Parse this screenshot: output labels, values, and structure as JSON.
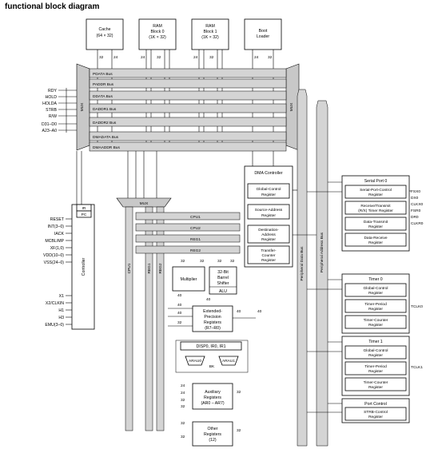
{
  "title": "functional block diagram",
  "memory": {
    "cache": [
      "Cache",
      "(64 × 32)"
    ],
    "ram0": [
      "RAM",
      "Block 0",
      "(1K × 32)"
    ],
    "ram1": [
      "RAM",
      "Block 1",
      "(1K × 32)"
    ],
    "boot": [
      "Boot",
      "Loader"
    ]
  },
  "buses": [
    "PDATA Bus",
    "PADDR Bus",
    "DDATA Bus",
    "DADDR1 Bus",
    "DADDR2 Bus",
    "DMADATA Bus",
    "DMAADDR Bus"
  ],
  "mux_label": "MUX",
  "left_signals": [
    "RDY",
    "HOLD",
    "HOLDA",
    "STRB",
    "R/W",
    "D31–D0",
    "A23–A0"
  ],
  "controller": {
    "label": "Controller",
    "ir": "IR",
    "pc": "PC",
    "inputs": [
      "RESET",
      "INT(3–0)",
      "IACK",
      "MCBL/MP",
      "XF(1,0)",
      "VDD(10–0)",
      "VSS(24–0)"
    ],
    "clocks": [
      "X1",
      "X2/CLKIN",
      "H1",
      "H3",
      "EMU(3–0)"
    ]
  },
  "cpu": {
    "regs": [
      "CPU1",
      "CPU2",
      "REG1",
      "REG2"
    ],
    "vert": [
      "CPU1",
      "REG1",
      "REG2"
    ],
    "multiplier": "Multiplier",
    "shifter": [
      "32-Bit",
      "Barrel",
      "Shifter"
    ],
    "alu": "ALU",
    "ext": [
      "Extended-",
      "Precision",
      "Registers",
      "(R7–R0)"
    ],
    "disp": "DISP0, IR0, IR1",
    "arau0": "ARAU0",
    "arau1": "ARAU1",
    "bk": "BK",
    "aux": [
      "Auxiliary",
      "Registers",
      "(AR0 – AR7)"
    ],
    "other": [
      "Other",
      "Registers",
      "(12)"
    ]
  },
  "dma": {
    "title": "DMA Controller",
    "regs": [
      [
        "Global-Control",
        "Register"
      ],
      [
        "Source-Address",
        "Register"
      ],
      [
        "Destination-",
        "Address",
        "Register"
      ],
      [
        "Transfer-",
        "Counter",
        "Register"
      ]
    ]
  },
  "periph_data_bus": "Peripheral Data Bus",
  "periph_addr_bus": "Peripheral Address Bus",
  "serial": {
    "title": "Serial Port 0",
    "regs": [
      [
        "Serial-Port-Control",
        "Register"
      ],
      [
        "Receive/Transmit",
        "(R/X) Timer Register"
      ],
      [
        "Data-Transmit",
        "Register"
      ],
      [
        "Data-Receive",
        "Register"
      ]
    ],
    "pins": [
      "FSX0",
      "DX0",
      "CLKX0",
      "FSR0",
      "DR0",
      "CLKR0"
    ]
  },
  "timer0": {
    "title": "Timer 0",
    "regs": [
      [
        "Global-Control",
        "Register"
      ],
      [
        "Timer-Period",
        "Register"
      ],
      [
        "Timer-Counter",
        "Register"
      ]
    ],
    "pin": "TCLK0"
  },
  "timer1": {
    "title": "Timer 1",
    "regs": [
      [
        "Global-Control",
        "Register"
      ],
      [
        "Timer-Period",
        "Register"
      ],
      [
        "Timer-Counter",
        "Register"
      ]
    ],
    "pin": "TCLK1"
  },
  "port": {
    "title": "Port Control",
    "regs": [
      [
        "STRB-Control",
        "Register"
      ]
    ]
  },
  "widths": [
    "32",
    "24",
    "40"
  ]
}
